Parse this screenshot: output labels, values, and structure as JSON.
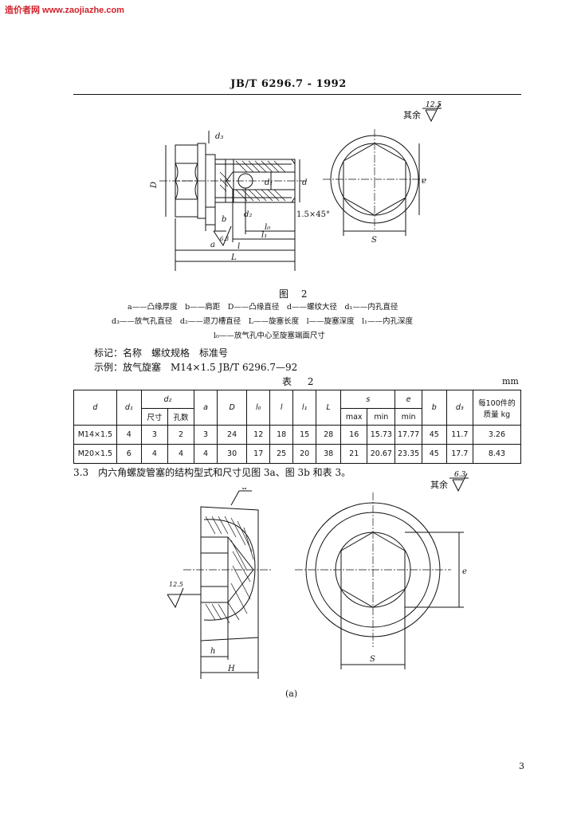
{
  "watermark": "造价者网 www.zaojiazhe.com",
  "header": {
    "standard": "JB/T 6296.7 - 1992"
  },
  "roughness": {
    "top_label": "其余",
    "top_value": "12.5",
    "mid_label": "其余",
    "mid_value": "6.3",
    "fig2_face_value": "6.3",
    "fig3_face_value": "12.5"
  },
  "figure2": {
    "caption": "图 2",
    "dims": {
      "d3": "d₃",
      "D": "D",
      "d1": "d₁",
      "d": "d",
      "d2": "d₂",
      "chamfer": "1.5×45°",
      "b": "b",
      "l0": "l₀",
      "l1": "l₁",
      "a": "a",
      "l": "l",
      "L": "L",
      "e": "e",
      "S": "S"
    }
  },
  "legend": [
    "a——凸缘厚度　b——肩距　D——凸缘直径　d——螺纹大径　d₁——内孔直径",
    "d₃——放气孔直径　d₂——退刀槽直径　L——旋塞长度　l——旋塞深度　l₁——内孔深度",
    "l₀——放气孔中心至旋塞端面尺寸"
  ],
  "marking": "标记：名称　螺纹规格　标准号",
  "example": "示例：放气旋塞　M14×1.5 JB/T 6296.7—92",
  "table": {
    "title": "表 2",
    "unit": "mm",
    "headers": {
      "d": "d",
      "d1": "d₁",
      "d2": "d₂",
      "d2_size": "尺寸",
      "d2_holes": "孔数",
      "a": "a",
      "D": "D",
      "l0": "l₀",
      "l": "l",
      "l1": "l₁",
      "L": "L",
      "s": "s",
      "s_max": "max",
      "s_min": "min",
      "e": "e",
      "e_min": "min",
      "b": "b",
      "d3": "d₃",
      "mass": "每100件的质量 kg"
    },
    "rows": [
      [
        "M14×1.5",
        "4",
        "3",
        "2",
        "3",
        "24",
        "12",
        "18",
        "15",
        "28",
        "16",
        "15.73",
        "17.77",
        "45",
        "11.7",
        "3.26"
      ],
      [
        "M20×1.5",
        "6",
        "4",
        "4",
        "4",
        "30",
        "17",
        "25",
        "20",
        "38",
        "21",
        "20.67",
        "23.35",
        "45",
        "17.7",
        "8.43"
      ]
    ]
  },
  "section": "3.3　内六角螺旋管塞的结构型式和尺寸见图 3a、图 3b 和表 3。",
  "figure3a": {
    "caption": "(a)",
    "dims": {
      "d": "d",
      "e": "e",
      "h": "h",
      "H": "H",
      "S": "S"
    }
  },
  "page_number": "3"
}
